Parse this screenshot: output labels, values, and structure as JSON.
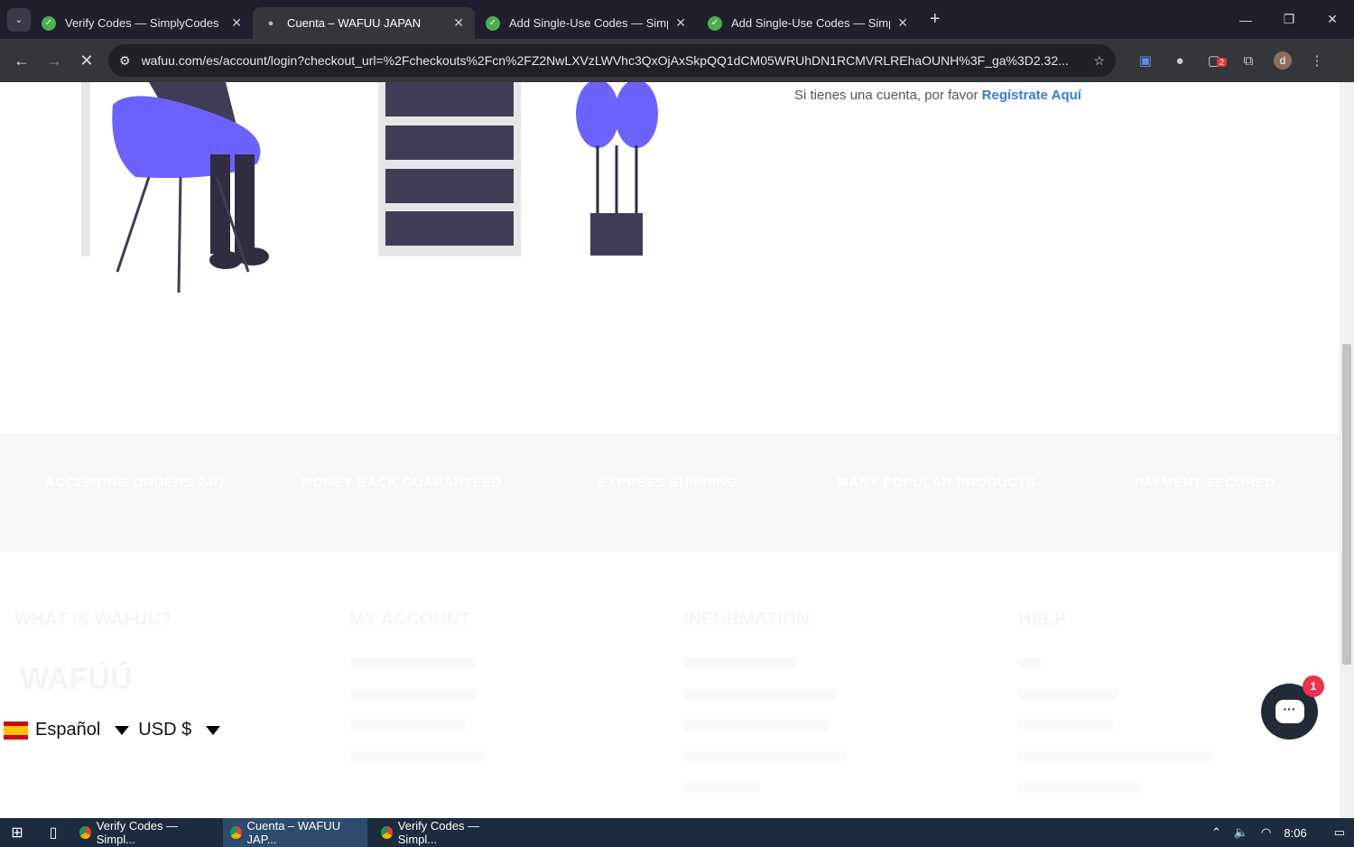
{
  "browser": {
    "tabs": [
      {
        "title": "Verify Codes — SimplyCodes",
        "active": false
      },
      {
        "title": "Cuenta – WAFUU JAPAN",
        "active": true
      },
      {
        "title": "Add Single-Use Codes — SimplyCodes",
        "active": false
      },
      {
        "title": "Add Single-Use Codes — SimplyCodes",
        "active": false
      }
    ],
    "url": "wafuu.com/es/account/login?checkout_url=%2Fcheckouts%2Fcn%2FZ2NwLXVzLWVhc3QxOjAxSkpQQ1dCM05WRUhDN1RCMVRLREhaOUNH%3F_ga%3D2.32...",
    "profile_initial": "d",
    "ext_badge": "2"
  },
  "page": {
    "signup_text": "Si tienes una cuenta, por favor",
    "signup_link": "Regístrate Aquí",
    "features": [
      {
        "title": "ACCEPTING ORDERS 24/7"
      },
      {
        "title": "MONEY BACK GUARANTEED"
      },
      {
        "title": "EXPRESS SHIPPING"
      },
      {
        "title": "MANY POPULAR PRODUCTS"
      },
      {
        "title": "PAYMENT SECURED"
      }
    ],
    "footer": {
      "headings": [
        "WHAT IS WAFUU?",
        "MY ACCOUNT",
        "INFORMATION",
        "HELP"
      ],
      "logo": "WAFÚÚ"
    },
    "language": "Español",
    "currency": "USD $",
    "chat_badge": "1"
  },
  "taskbar": {
    "items": [
      {
        "label": "Verify Codes — Simpl...",
        "active": false
      },
      {
        "label": "Cuenta – WAFUU JAP...",
        "active": true
      },
      {
        "label": "Verify Codes — Simpl...",
        "active": false
      }
    ],
    "time": "8:06"
  }
}
